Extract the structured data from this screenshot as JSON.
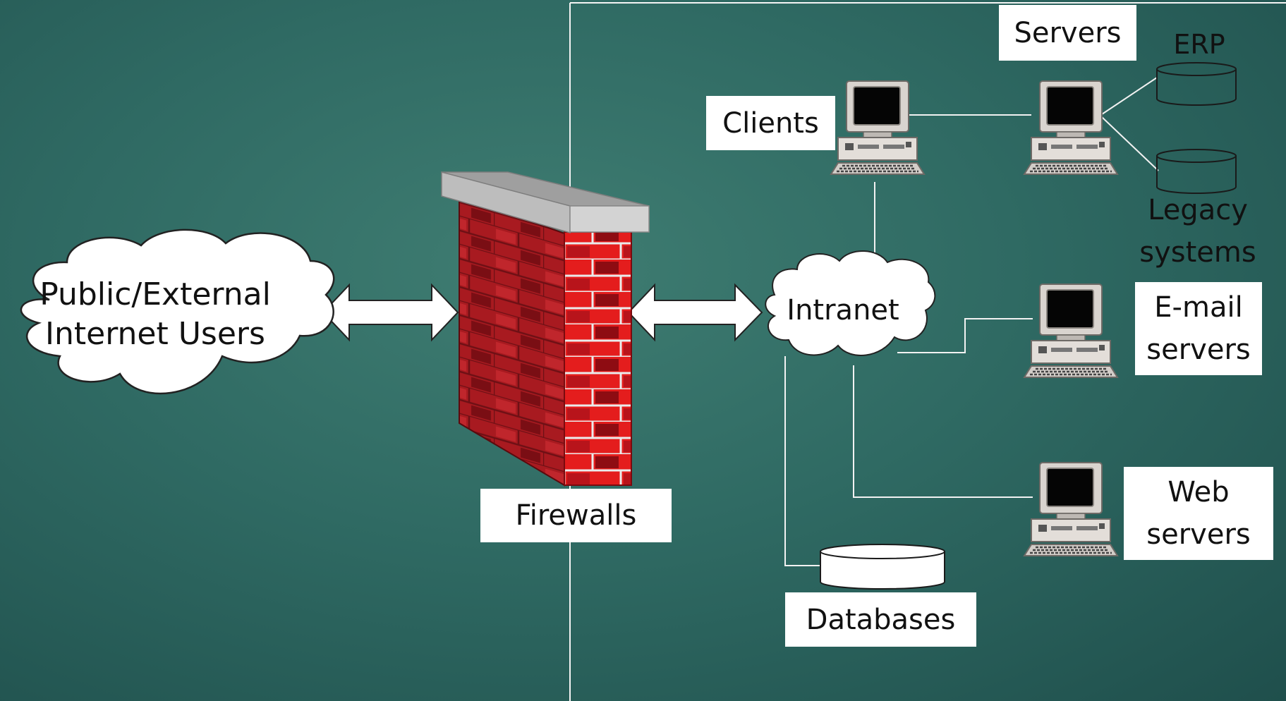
{
  "labels": {
    "public_users": "Public/External Internet Users",
    "firewalls": "Firewalls",
    "intranet": "Intranet",
    "clients": "Clients",
    "servers": "Servers",
    "erp": "ERP",
    "legacy": "Legacy systems",
    "email": "E-mail servers",
    "web": "Web servers",
    "databases": "Databases"
  },
  "colors": {
    "background": "#2f6a63",
    "brick": "#b4141c",
    "wall_cap": "#c0c0c0",
    "label_bg": "#ffffff"
  },
  "icons": [
    "cloud-icon",
    "firewall-icon",
    "double-arrow-icon",
    "computer-icon",
    "database-icon"
  ]
}
